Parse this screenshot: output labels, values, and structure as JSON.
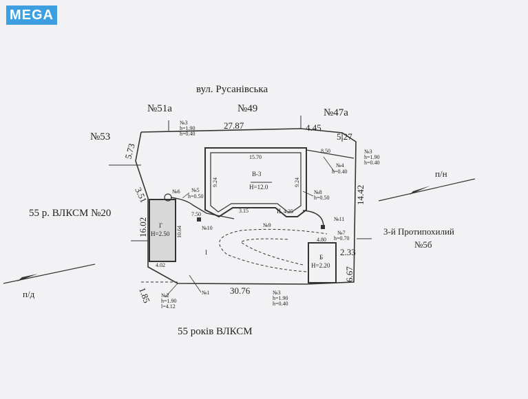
{
  "logo": {
    "text": "MEGA"
  },
  "streets": {
    "north": "вул. Русанівська",
    "south": "55 років ВЛКСМ",
    "west": "55 р. ВЛКСМ №20",
    "east_line1": "3-й Протипохилий",
    "east_line2": "№5б"
  },
  "neighbors": {
    "n51a": "№51а",
    "n49": "№49",
    "n47a": "№47а",
    "n53": "№53"
  },
  "dimensions": {
    "top_main": "27.87",
    "top_right": "4.45",
    "top_corner": "5.27",
    "left_upper": "5.73",
    "left_diag": "3.51",
    "left_lower": "16.02",
    "right_upper": "14.42",
    "right_mid": "2.33",
    "right_lower": "6.67",
    "bottom": "30.76",
    "bottom_left": "1.85",
    "pool_inner_top": "15.70",
    "pool_left": "9.24",
    "pool_right": "9.24",
    "pool_bottom": "3.15",
    "pool_corner": "4.25",
    "path_top": "8.50",
    "garage_w": "4.02",
    "garage_h": "10.64",
    "walk": "7.50",
    "shed_w": "4.80"
  },
  "buildings": {
    "main_name": "В-3",
    "main_height": "Н=12.0",
    "garage_name": "Г",
    "garage_height": "Н=2.50",
    "shed_name": "Б",
    "shed_height": "Н=2.20",
    "mark_i": "I",
    "mark_ii": "II"
  },
  "callouts": {
    "c3_top": {
      "id": "№3",
      "a": "h=1.90",
      "b": "h=0.40"
    },
    "c3_right": {
      "id": "№3",
      "a": "h=1.90",
      "b": "h=0.40"
    },
    "c3_bottom": {
      "id": "№3",
      "a": "h=1.90",
      "b": "h=0.40"
    },
    "c4": {
      "id": "№4",
      "a": "h=0.40"
    },
    "c5": {
      "id": "№5",
      "a": "h=0.50"
    },
    "c6": {
      "id": "№6"
    },
    "c7": {
      "id": "№7",
      "a": "h=0.70"
    },
    "c8": {
      "id": "№8",
      "a": "h=0.50"
    },
    "c9": {
      "id": "№9"
    },
    "c10": {
      "id": "№10"
    },
    "c11": {
      "id": "№11"
    },
    "c1": {
      "id": "№1"
    },
    "c2": {
      "id": "№2",
      "a": "h=1.90",
      "b": "l=4.12"
    }
  },
  "arrows": {
    "east": "п/н",
    "west": "п/д"
  }
}
